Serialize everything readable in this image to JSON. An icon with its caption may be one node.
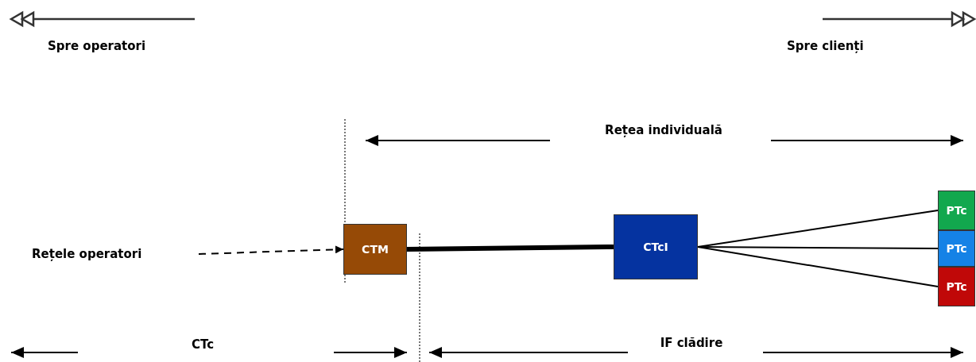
{
  "diagram": {
    "nodes": [
      {
        "text": [
          "Rețele operatori"
        ]
      },
      {
        "text": [
          "CTM"
        ]
      },
      {
        "text": [
          "CTcI"
        ]
      },
      {
        "text": [
          "PTc"
        ]
      },
      {
        "text": [
          "PTc"
        ]
      },
      {
        "text": [
          "PTc"
        ]
      }
    ],
    "edges": [
      {
        "from": 0,
        "to": 1,
        "arrow": "to",
        "style": "dashed"
      },
      {
        "from": 1,
        "to": 2,
        "arrow": "none",
        "style": "thick"
      },
      {
        "from": 2,
        "to": 3,
        "arrow": "none"
      },
      {
        "from": 2,
        "to": 4,
        "arrow": "none"
      },
      {
        "from": 2,
        "to": 5,
        "arrow": "none"
      }
    ],
    "labels": [
      "Spre operatori",
      "Spre clienți",
      "Rețea individuală",
      "CTc",
      "IF clădire"
    ]
  }
}
